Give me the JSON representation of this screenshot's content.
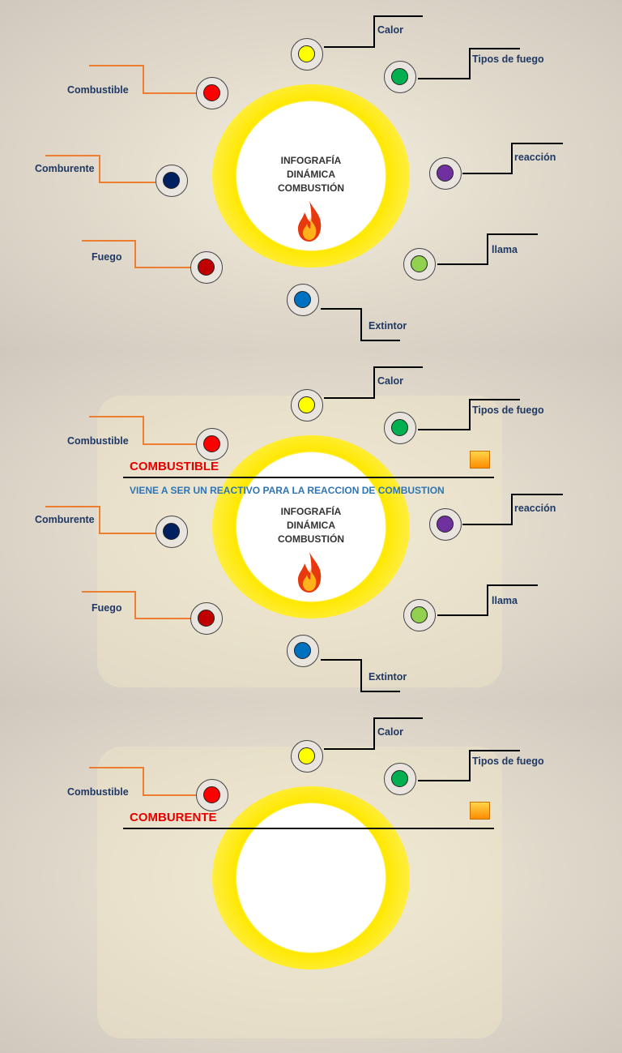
{
  "center": {
    "line1": "INFOGRAFÍA",
    "line2": "DINÁMICA",
    "line3": "COMBUSTIÓN"
  },
  "nodes": {
    "calor": "Calor",
    "tipos": "Tipos de fuego",
    "reaccion": "reacción",
    "llama": "llama",
    "extintor": "Extintor",
    "combustible": "Combustible",
    "comburente": "Comburente",
    "fuego": "Fuego"
  },
  "colors": {
    "calor": "#ffff00",
    "tipos": "#00b050",
    "reaccion": "#7030a0",
    "llama": "#92d050",
    "extintor": "#0070c0",
    "combustible": "#ff0000",
    "comburente": "#002060",
    "fuego": "#c00000",
    "ring": "#ffe800",
    "connector_left": "#ed7d31",
    "connector_right": "#000000"
  },
  "slide2": {
    "title": "COMBUSTIBLE",
    "subtitle": "VIENE  A SER UN REACTIVO PARA LA REACCION DE COMBUSTION"
  },
  "slide3": {
    "title": "COMBURENTE"
  }
}
